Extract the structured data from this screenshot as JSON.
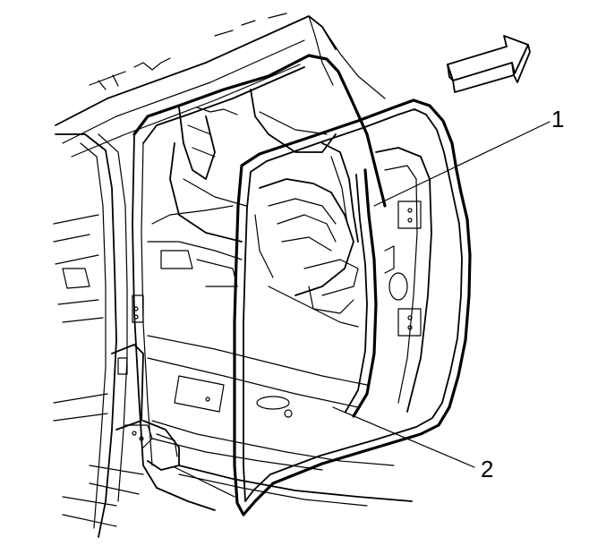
{
  "callouts": [
    {
      "id": "1",
      "label": "1"
    },
    {
      "id": "2",
      "label": "2"
    }
  ],
  "direction_arrow": {
    "icon": "forward-arrow-icon"
  }
}
